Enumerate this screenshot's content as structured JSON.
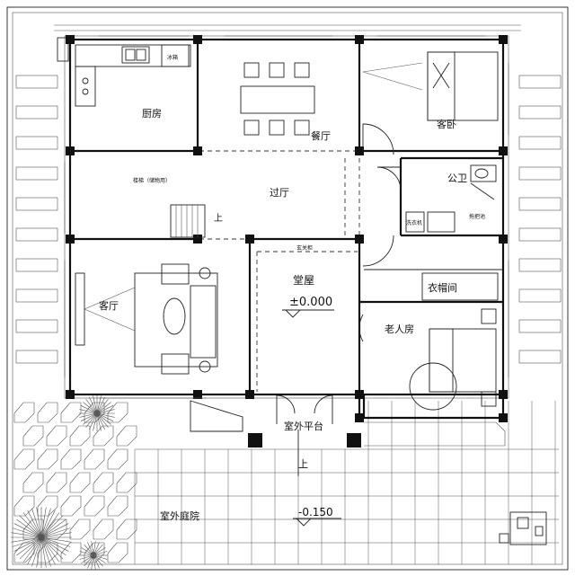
{
  "rooms": {
    "kitchen": "厨房",
    "fridge": "冰箱",
    "dining": "餐厅",
    "guest_bedroom": "客卧",
    "corridor": "过厅",
    "stair_note": "楼梯（储物用）",
    "stair_up": "上",
    "public_bath": "公卫",
    "washer": "洗衣机",
    "mop_sink": "拖把池",
    "living": "客厅",
    "entry_cabinet": "玄关柜",
    "main_hall": "堂屋",
    "hall_level": "±0.000",
    "closet": "衣帽间",
    "elder_bedroom": "老人房",
    "terrace": "室外平台",
    "terrace_up": "上",
    "courtyard": "室外庭院",
    "courtyard_level": "-0.150"
  },
  "colors": {
    "line": "#111111",
    "paving": "#555555"
  }
}
